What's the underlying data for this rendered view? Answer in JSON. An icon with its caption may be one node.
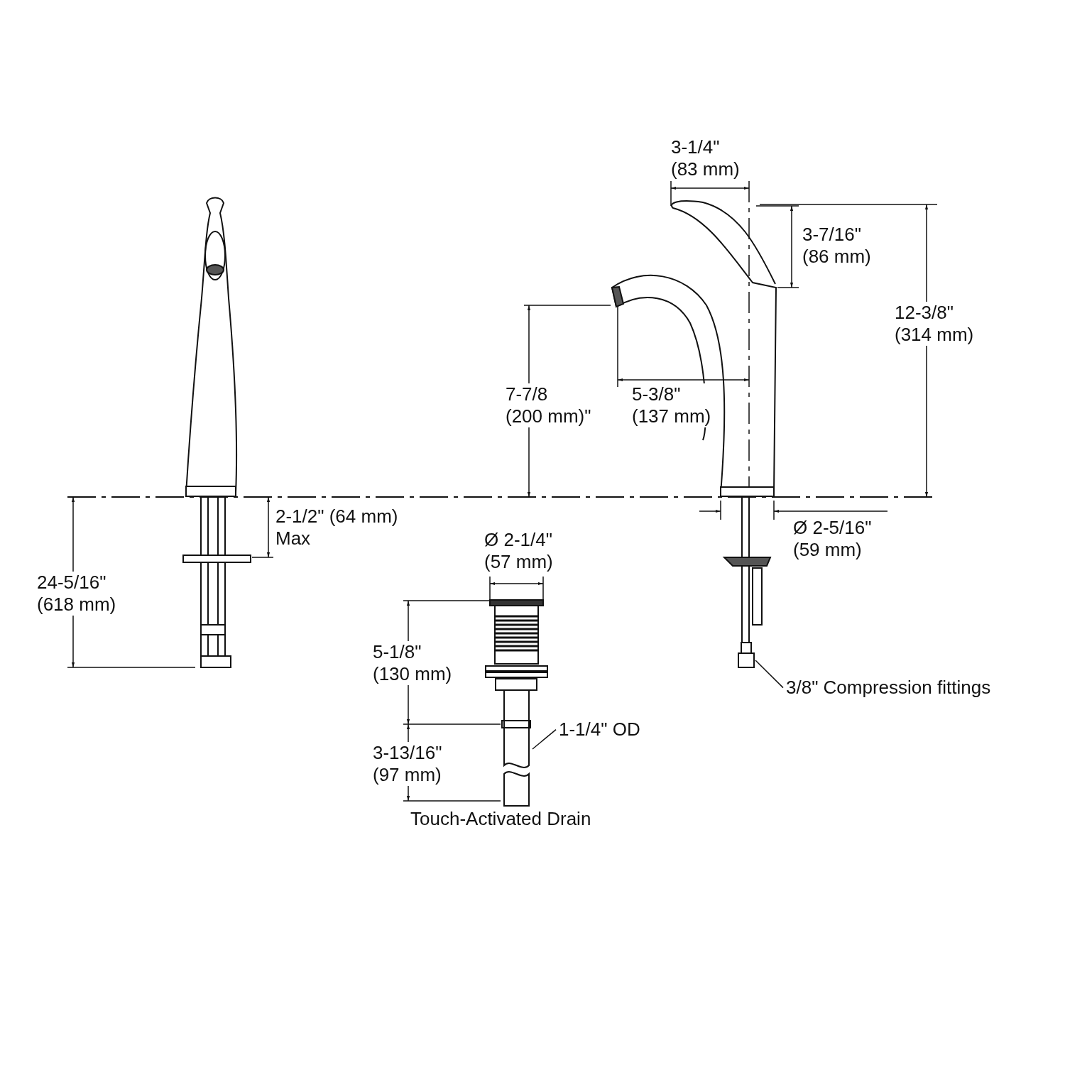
{
  "diagram": {
    "nodes": [
      {
        "text": [
          "3/8\" Compression fittings"
        ]
      },
      {
        "text": [
          "1-1/4\" OD"
        ]
      },
      {
        "text": [],
        "shape": "box"
      }
    ],
    "edges": [
      {
        "from": 0,
        "to": 2,
        "arrow": "none"
      },
      {
        "from": 1,
        "to": null,
        "arrow": "none"
      }
    ],
    "labels": [
      "3-1/4\" (83 mm)",
      "3-7/16\" (86 mm)",
      "12-3/8\" (314 mm)",
      "7-7/8 (200 mm)\"",
      "5-3/8\" (137 mm)",
      "2-1/2\" (64 mm) Max",
      "24-5/16\" (618 mm)",
      "Ø 2-1/4\" (57 mm)",
      "Ø 2-5/16\" (59 mm)",
      "5-1/8\" (130 mm)",
      "3-13/16\" (97 mm)",
      "Touch-Activated Drain"
    ]
  }
}
